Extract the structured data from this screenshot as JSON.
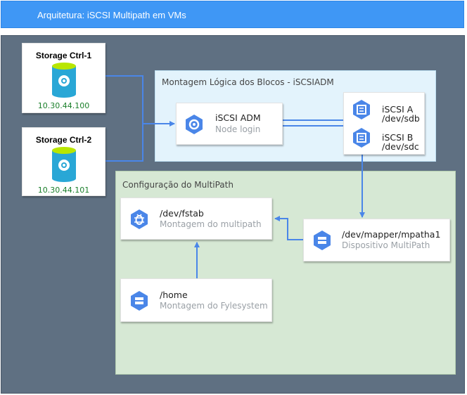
{
  "title": "Arquitetura: iSCSI Multipath em VMs",
  "storage": [
    {
      "name": "Storage Ctrl-1",
      "ip": "10.30.44.100"
    },
    {
      "name": "Storage Ctrl-2",
      "ip": "10.30.44.101"
    }
  ],
  "logical": {
    "label": "Montagem Lógica dos Blocos - iSCSIADM",
    "adm_title": "iSCSI ADM",
    "adm_sub": "Node login",
    "iscsi_a_title": "iSCSI A",
    "iscsi_a_dev": "/dev/sdb",
    "iscsi_b_title": "iSCSI B",
    "iscsi_b_dev": "/dev/sdc"
  },
  "multipath": {
    "label": "Configuração do MultiPath",
    "fstab_title": "/dev/fstab",
    "fstab_sub": "Montagem do multipath",
    "mapper_title": "/dev/mapper/mpatha1",
    "mapper_sub": "Dispositivo MultiPath",
    "home_title": "/home",
    "home_sub": "Montagem do Fylesystem"
  },
  "colors": {
    "header": "#3f97f5",
    "canvas": "#5f7082",
    "logical_zone": "#e3f3fc",
    "multipath_zone": "#d6e8d4",
    "arrow": "#4a86e8",
    "icon": "#4a86e8",
    "ip_text": "#1a7f2a"
  },
  "icons": {
    "storage": "storage-cylinder-gear-icon",
    "adm": "gear-hexagon-icon",
    "iscsi": "disk-hexagon-icon",
    "fstab": "bug-hexagon-icon",
    "mapper": "server-hexagon-icon",
    "home": "server-hexagon-icon"
  }
}
